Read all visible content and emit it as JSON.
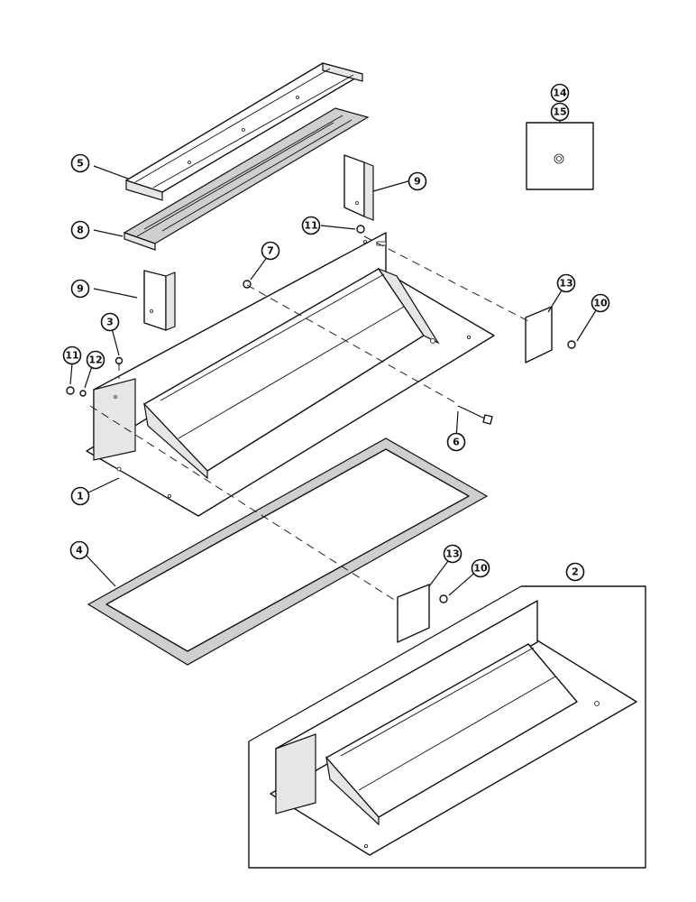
{
  "callouts": {
    "c1": "1",
    "c2": "2",
    "c3": "3",
    "c4": "4",
    "c5": "5",
    "c6": "6",
    "c7": "7",
    "c8": "8",
    "c9a": "9",
    "c9b": "9",
    "c10a": "10",
    "c10b": "10",
    "c11a": "11",
    "c11b": "11",
    "c12": "12",
    "c13a": "13",
    "c13b": "13",
    "c14": "14",
    "c15": "15"
  }
}
